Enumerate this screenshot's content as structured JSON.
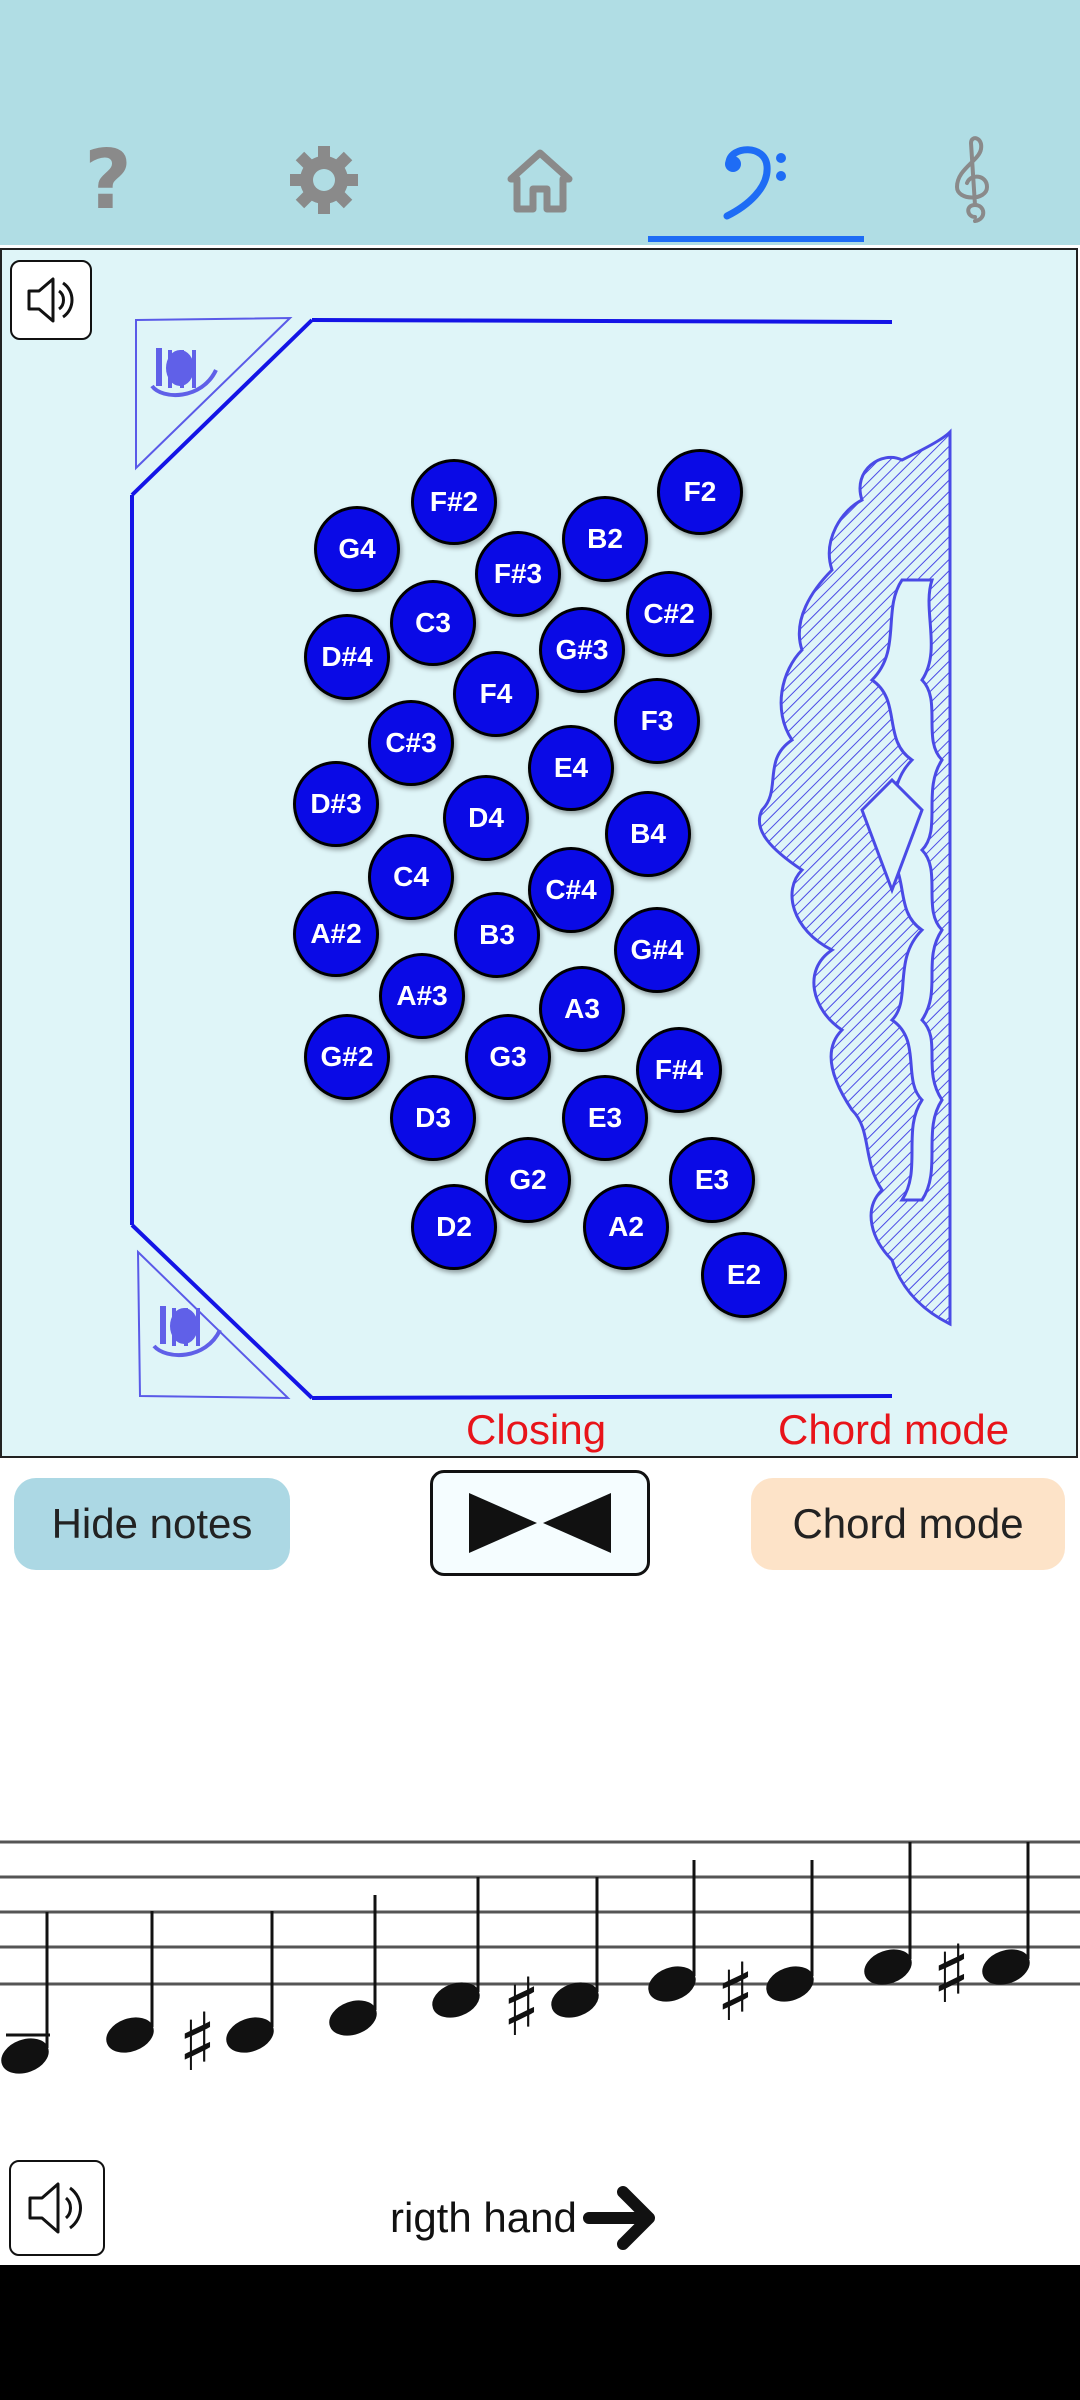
{
  "tabs": [
    {
      "name": "help-icon",
      "label": "Help",
      "active": false
    },
    {
      "name": "gear-icon",
      "label": "Settings",
      "active": false
    },
    {
      "name": "home-icon",
      "label": "Home",
      "active": false
    },
    {
      "name": "bass-clef-icon",
      "label": "Bass",
      "active": true
    },
    {
      "name": "treble-clef-icon",
      "label": "Treble",
      "active": false
    }
  ],
  "keys": [
    "F#2",
    "F2",
    "G4",
    "B2",
    "F#3",
    "C3",
    "C#2",
    "D#4",
    "G#3",
    "F4",
    "C#3",
    "F3",
    "E4",
    "D#3",
    "D4",
    "B4",
    "C4",
    "C#4",
    "A#2",
    "B3",
    "G#4",
    "A#3",
    "A3",
    "G#2",
    "G3",
    "F#4",
    "D3",
    "E3",
    "G2",
    "E3",
    "D2",
    "A2",
    "E2"
  ],
  "status": {
    "left": "Closing",
    "right": "Chord mode"
  },
  "controls": {
    "hide_notes": "Hide notes",
    "chord_mode": "Chord mode"
  },
  "footer": {
    "hand_label": "rigth hand"
  },
  "colors": {
    "accent": "#1e6cf5",
    "key": "#0a0ae6",
    "status": "#e8141a",
    "topbar": "#b0dde4",
    "panel": "#dff5f8",
    "hide_btn": "#acd8e4",
    "chord_btn": "#fde3c8"
  }
}
